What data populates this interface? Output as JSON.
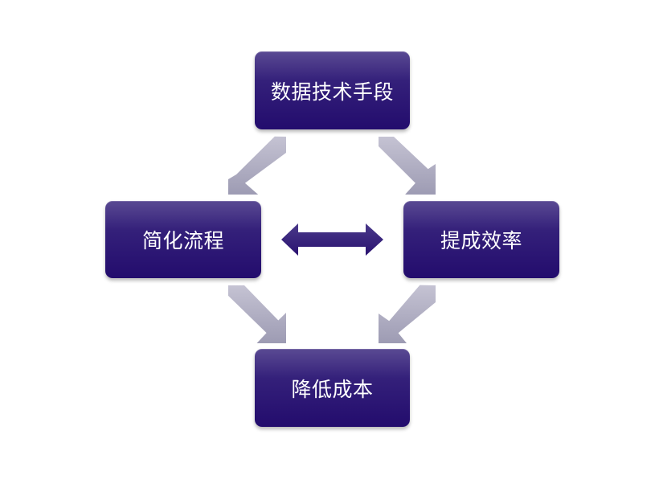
{
  "diagram": {
    "nodes": {
      "top": "数据技术手段",
      "left": "简化流程",
      "right": "提成效率",
      "bottom": "降低成本"
    },
    "colors": {
      "node_fill_top": "#5a4a93",
      "node_fill_bottom": "#230c6d",
      "node_text": "#ffffff",
      "diagonal_arrow": "#a9a7bd",
      "center_arrow": "#34207a"
    }
  }
}
